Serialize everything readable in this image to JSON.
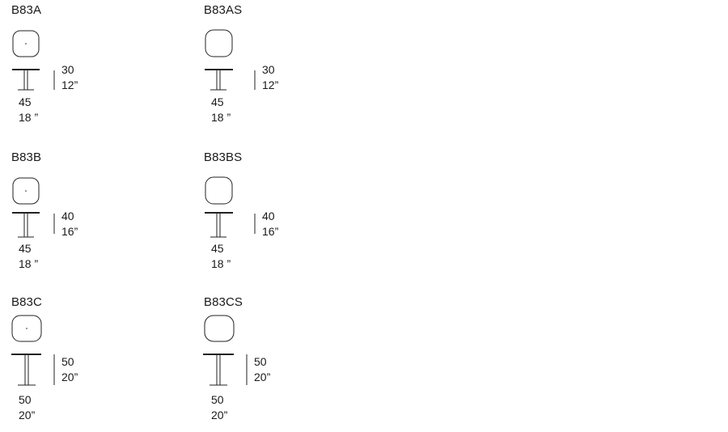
{
  "items": [
    {
      "code": "B83A",
      "height_cm": "30",
      "height_in": "12”",
      "width_cm": "45",
      "width_in": "18 ”",
      "top_dot": true
    },
    {
      "code": "B83AS",
      "height_cm": "30",
      "height_in": "12”",
      "width_cm": "45",
      "width_in": "18 ”",
      "top_dot": false
    },
    {
      "code": "B83B",
      "height_cm": "40",
      "height_in": "16”",
      "width_cm": "45",
      "width_in": "18 ”",
      "top_dot": true
    },
    {
      "code": "B83BS",
      "height_cm": "40",
      "height_in": "16”",
      "width_cm": "45",
      "width_in": "18 ”",
      "top_dot": false
    },
    {
      "code": "B83C",
      "height_cm": "50",
      "height_in": "20”",
      "width_cm": "50",
      "width_in": "20”",
      "top_dot": true
    },
    {
      "code": "B83CS",
      "height_cm": "50",
      "height_in": "20”",
      "width_cm": "50",
      "width_in": "20”",
      "top_dot": false
    }
  ]
}
